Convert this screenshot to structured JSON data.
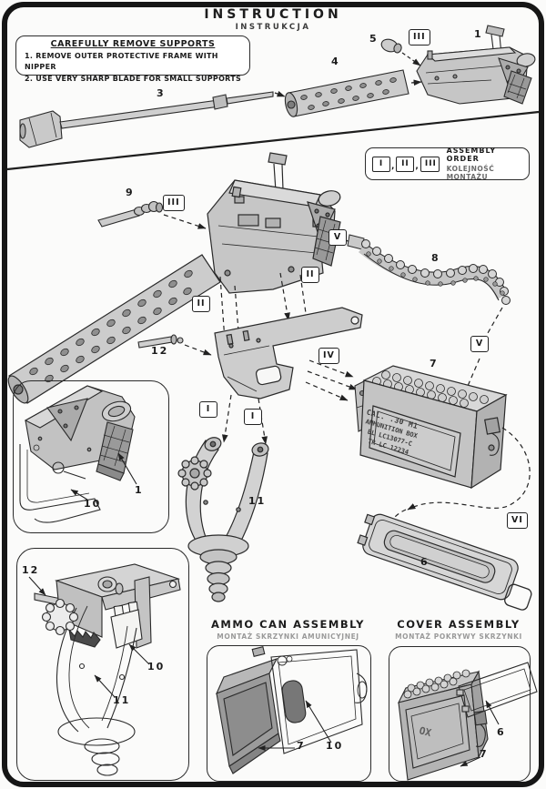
{
  "page": {
    "title": "INSTRUCTION",
    "subtitle": "INSTRUKCJA"
  },
  "supports_note": {
    "title": "CAREFULLY REMOVE SUPPORTS",
    "items": [
      "1. REMOVE OUTER PROTECTIVE FRAME WITH NIPPER",
      "2. USE VERY SHARP BLADE FOR SMALL SUPPORTS"
    ]
  },
  "legend": {
    "steps": [
      "I",
      "II",
      "III"
    ],
    "separator": ",",
    "label_en": "ASSEMBLY ORDER",
    "label_pl": "KOLEJNOŚĆ MONTAŻU"
  },
  "step_markers": {
    "i": "I",
    "ii": "II",
    "iii": "III",
    "iv": "IV",
    "v": "V",
    "vi": "VI"
  },
  "part_numbers": {
    "receiver": "1",
    "barrel": "3",
    "barrel_jacket": "4",
    "charging_knob": "5",
    "box_cover": "6",
    "ammo_box": "7",
    "ammo_belt": "8",
    "cocking_handle": "9",
    "mount_frame": "10",
    "cradle_yoke": "11",
    "retaining_pin": "12"
  },
  "ammo_box_stencil": {
    "line1": "CAL. .30 M1",
    "line2": "AMMUNITION BOX",
    "line3": "BL LC13077-C",
    "line4": "TR LC 12234"
  },
  "cover_inset_stencil_fragment": "OX",
  "sections": {
    "ammo_can": {
      "title": "AMMO CAN ASSEMBLY",
      "subtitle": "MONTAŻ SKRZYNKI AMUNICYJNEJ"
    },
    "cover": {
      "title": "COVER ASSEMBLY",
      "subtitle": "MONTAŻ POKRYWY SKRZYNKI"
    }
  },
  "colors": {
    "line": "#222222",
    "fill": "#c9c9c9",
    "fill_dark": "#9b9b9b",
    "frame": "#161616",
    "muted": "#9a9a9a"
  }
}
